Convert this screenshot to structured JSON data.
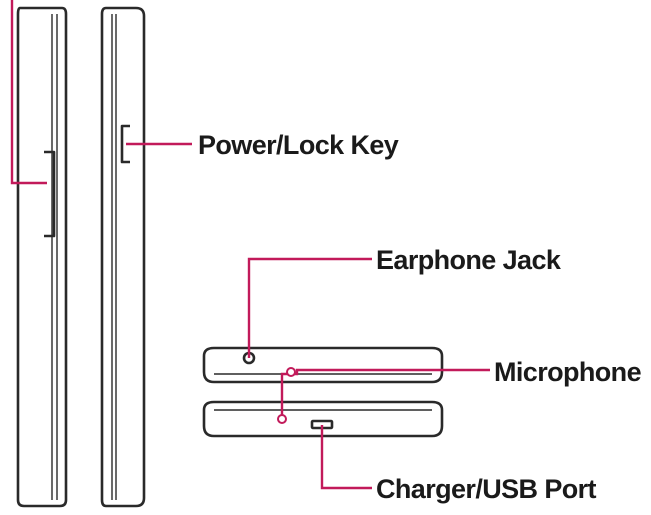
{
  "labels": {
    "power_lock_key": "Power/Lock Key",
    "earphone_jack": "Earphone Jack",
    "microphone": "Microphone",
    "charger_usb_port": "Charger/USB Port"
  },
  "colors": {
    "callout": "#c21a5a",
    "outline": "#2a2a2a",
    "text": "#1a1a1a",
    "background": "#ffffff"
  }
}
